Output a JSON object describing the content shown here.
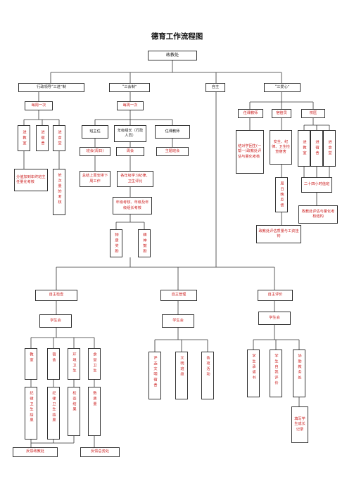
{
  "title": "德育工作流程图",
  "nodes": {
    "office": "政教处",
    "leader3": "行政领导“三进”制",
    "sanhui": "“三会制”",
    "zizhu": "自主",
    "sanai": "“三爱心”",
    "monthly": "每周一次",
    "weekly": "每周一次",
    "jin_jiaoshi": "进教室",
    "jin_sushe": "进宿舍",
    "jin_shitang": "进食堂",
    "assign": "分值加到年终班主任量化考核",
    "qingkuang": "依次量的考核",
    "banzhuren": "班主任",
    "nianjizuzhang": "年级组长（行政人员）",
    "renkejiaoshi": "任课教师",
    "banhui": "班会(周日)",
    "zhouhui": "周会",
    "zhutibanhui": "主题班会",
    "zongjie": "总结上周安排下周工作",
    "nianji_xuexi": "各年级学习纪律、卫生评比",
    "kaohe": "年级考核、年级及年级组长考核",
    "wuzhi": "物质奖励",
    "jingshen": "精神鼓励",
    "renke2": "任课教师",
    "suguanyuan": "宿管员",
    "xiaoyi": "校医",
    "jiedui": "结对学困生(一帮一)政教处评估与量化考核",
    "anquan": "安全、纪律、卫生检查宿舍",
    "jin_jiaoshi2": "进教室",
    "jin_sushe2": "进宿舍",
    "jin_shitang2": "进食堂",
    "zhouri": "周日晚反馈",
    "ershisi": "二十四小时值班",
    "zhengjiao_jiegou": "政教处评估与量化考核结构",
    "zhengjiao_gongzuo": "政教处评估质量与工资挂钩",
    "zizhu_jiancha": "自主检查",
    "zizhu_guanli": "自主管理",
    "zizhu_pingjia": "自主评价",
    "xsh1": "学生会",
    "xsh2": "学生会",
    "xsh3": "学生会",
    "jiaoshi": "教室",
    "sushe": "宿舍",
    "huanjing": "环境卫生",
    "shitang_ws": "食堂卫生",
    "jilv_weisheng_jieguo": "纪律卫生结果",
    "jilv_weisheng_jingguo": "纪律卫生结果",
    "jiancha_jieguo": "检查结果",
    "shuliang_jieguo": "数质量",
    "pingxuan": "评选文明宿舍",
    "wenming_banji": "文明班级",
    "gexiang": "各项活动",
    "xuesheng_chengnuo": "学生承诺书",
    "xuesheng_ziwo": "学生自我评价",
    "xiezhu": "协助教务处",
    "tianxie": "填写学生成长记录",
    "fankui_zhengjiao": "反馈政教处",
    "fankui_zongwu": "反馈总务处"
  }
}
